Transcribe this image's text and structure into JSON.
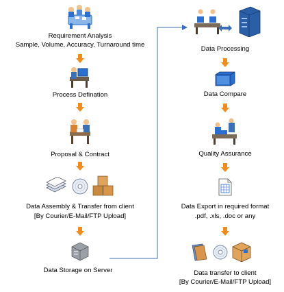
{
  "left_column": {
    "steps": [
      {
        "title": "Requirement Analysis",
        "subtitle": "Sample, Volume, Accuracy, Turnaround time",
        "icon": "team-meeting-icon"
      },
      {
        "title": "Process Defination",
        "icon": "workstation-icon"
      },
      {
        "title": "Proposal & Contract",
        "icon": "negotiation-icon"
      },
      {
        "title": "Data Assembly & Transfer from client",
        "subtitle": "[By Courier/E-Mail/FTP Upload]",
        "icons": [
          "documents-stack-icon",
          "disc-icon",
          "boxes-icon"
        ]
      },
      {
        "title": "Data Storage on Server",
        "icon": "server-storage-icon"
      }
    ]
  },
  "right_column": {
    "steps": [
      {
        "title": "Data Processing",
        "icons": [
          "operators-icon",
          "bidirectional-arrow-icon",
          "server-rack-icon"
        ]
      },
      {
        "title": "Data Compare",
        "icon": "blue-cube-icon"
      },
      {
        "title": "Quality Assurance",
        "icon": "inspectors-icon"
      },
      {
        "title": "Data Export in required format",
        "subtitle": ".pdf, .xls, .doc or any",
        "icon": "spreadsheet-document-icon"
      },
      {
        "title": "Data transfer to client",
        "subtitle": "[By Courier/E-Mail/FTP Upload]",
        "icons": [
          "documents-icon",
          "disc-icon",
          "package-icon"
        ]
      }
    ]
  },
  "colors": {
    "arrow": "#f28c1c",
    "connector": "#3a6fb8",
    "icon_blue": "#2a6fd1",
    "icon_orange": "#d9822b"
  }
}
